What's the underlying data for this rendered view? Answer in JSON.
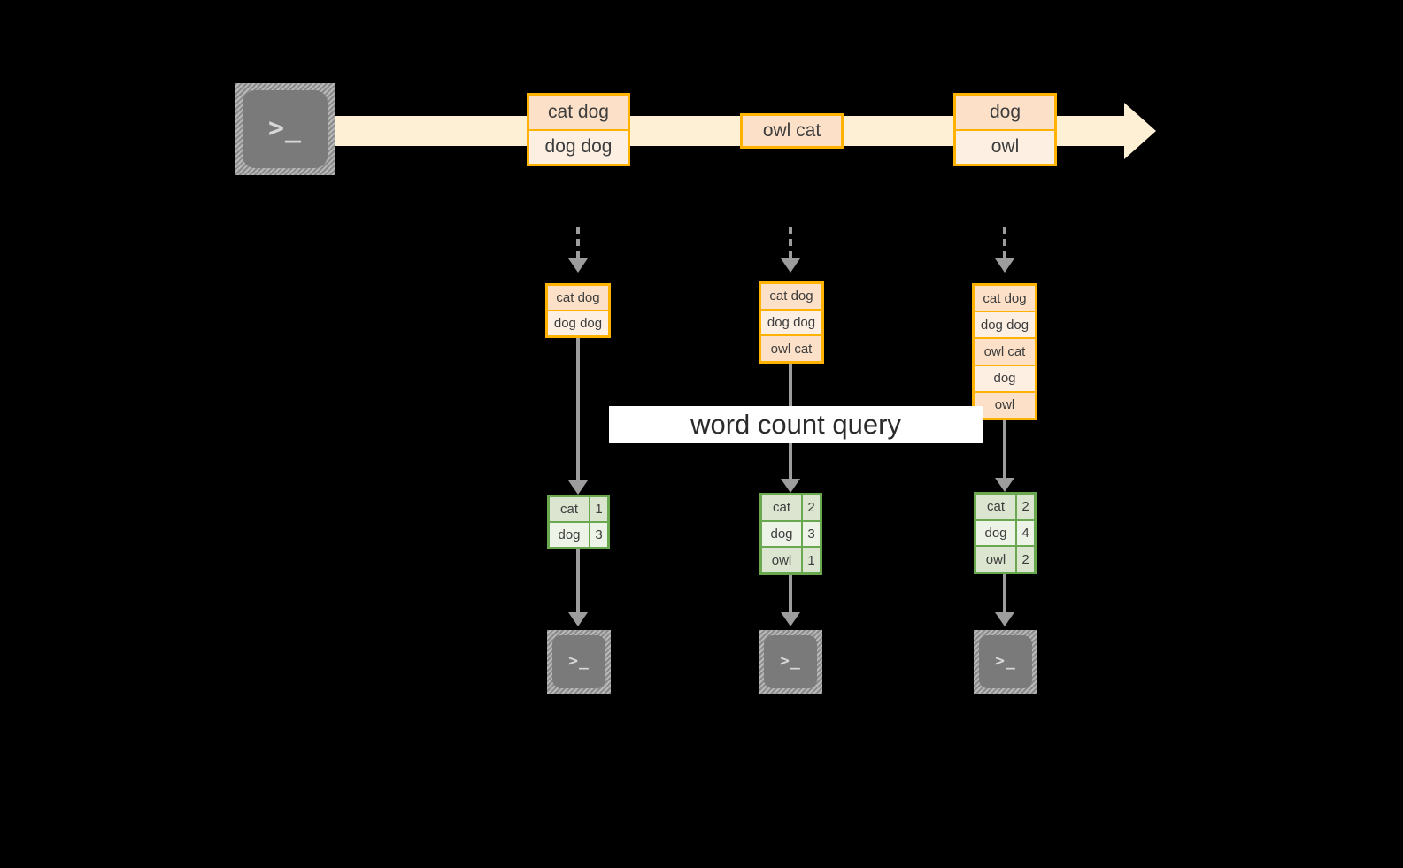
{
  "diagram": {
    "title_label": "word count query",
    "colors": {
      "stream_fill": "#fdf0d5",
      "box_border": "#ffb300",
      "box_fill_light": "#fdf0e3",
      "box_fill_dark": "#fce0c8",
      "table_border": "#6aa84f",
      "table_fill_light": "#eef3e8",
      "table_fill_dark": "#dbe5d0",
      "connector": "#9d9d9d",
      "terminal_fill": "#7a7a7a",
      "background": "#000000",
      "label_fill": "#ffffff"
    },
    "source": {
      "icon": "terminal-icon",
      "glyph": ">_"
    },
    "stream": {
      "batches": [
        {
          "lines": [
            "cat dog",
            "dog dog"
          ]
        },
        {
          "lines": [
            "owl cat"
          ]
        },
        {
          "lines": [
            "dog",
            "owl"
          ]
        }
      ]
    },
    "snapshots": [
      {
        "state_lines": [
          "cat dog",
          "dog dog"
        ],
        "result": {
          "rows": [
            {
              "word": "cat",
              "count": "1"
            },
            {
              "word": "dog",
              "count": "3"
            }
          ]
        },
        "sink": {
          "icon": "terminal-icon",
          "glyph": ">_"
        }
      },
      {
        "state_lines": [
          "cat dog",
          "dog dog",
          "owl cat"
        ],
        "result": {
          "rows": [
            {
              "word": "cat",
              "count": "2"
            },
            {
              "word": "dog",
              "count": "3"
            },
            {
              "word": "owl",
              "count": "1"
            }
          ]
        },
        "sink": {
          "icon": "terminal-icon",
          "glyph": ">_"
        }
      },
      {
        "state_lines": [
          "cat dog",
          "dog dog",
          "owl cat",
          "dog",
          "owl"
        ],
        "result": {
          "rows": [
            {
              "word": "cat",
              "count": "2"
            },
            {
              "word": "dog",
              "count": "4"
            },
            {
              "word": "owl",
              "count": "2"
            }
          ]
        },
        "sink": {
          "icon": "terminal-icon",
          "glyph": ">_"
        }
      }
    ]
  }
}
